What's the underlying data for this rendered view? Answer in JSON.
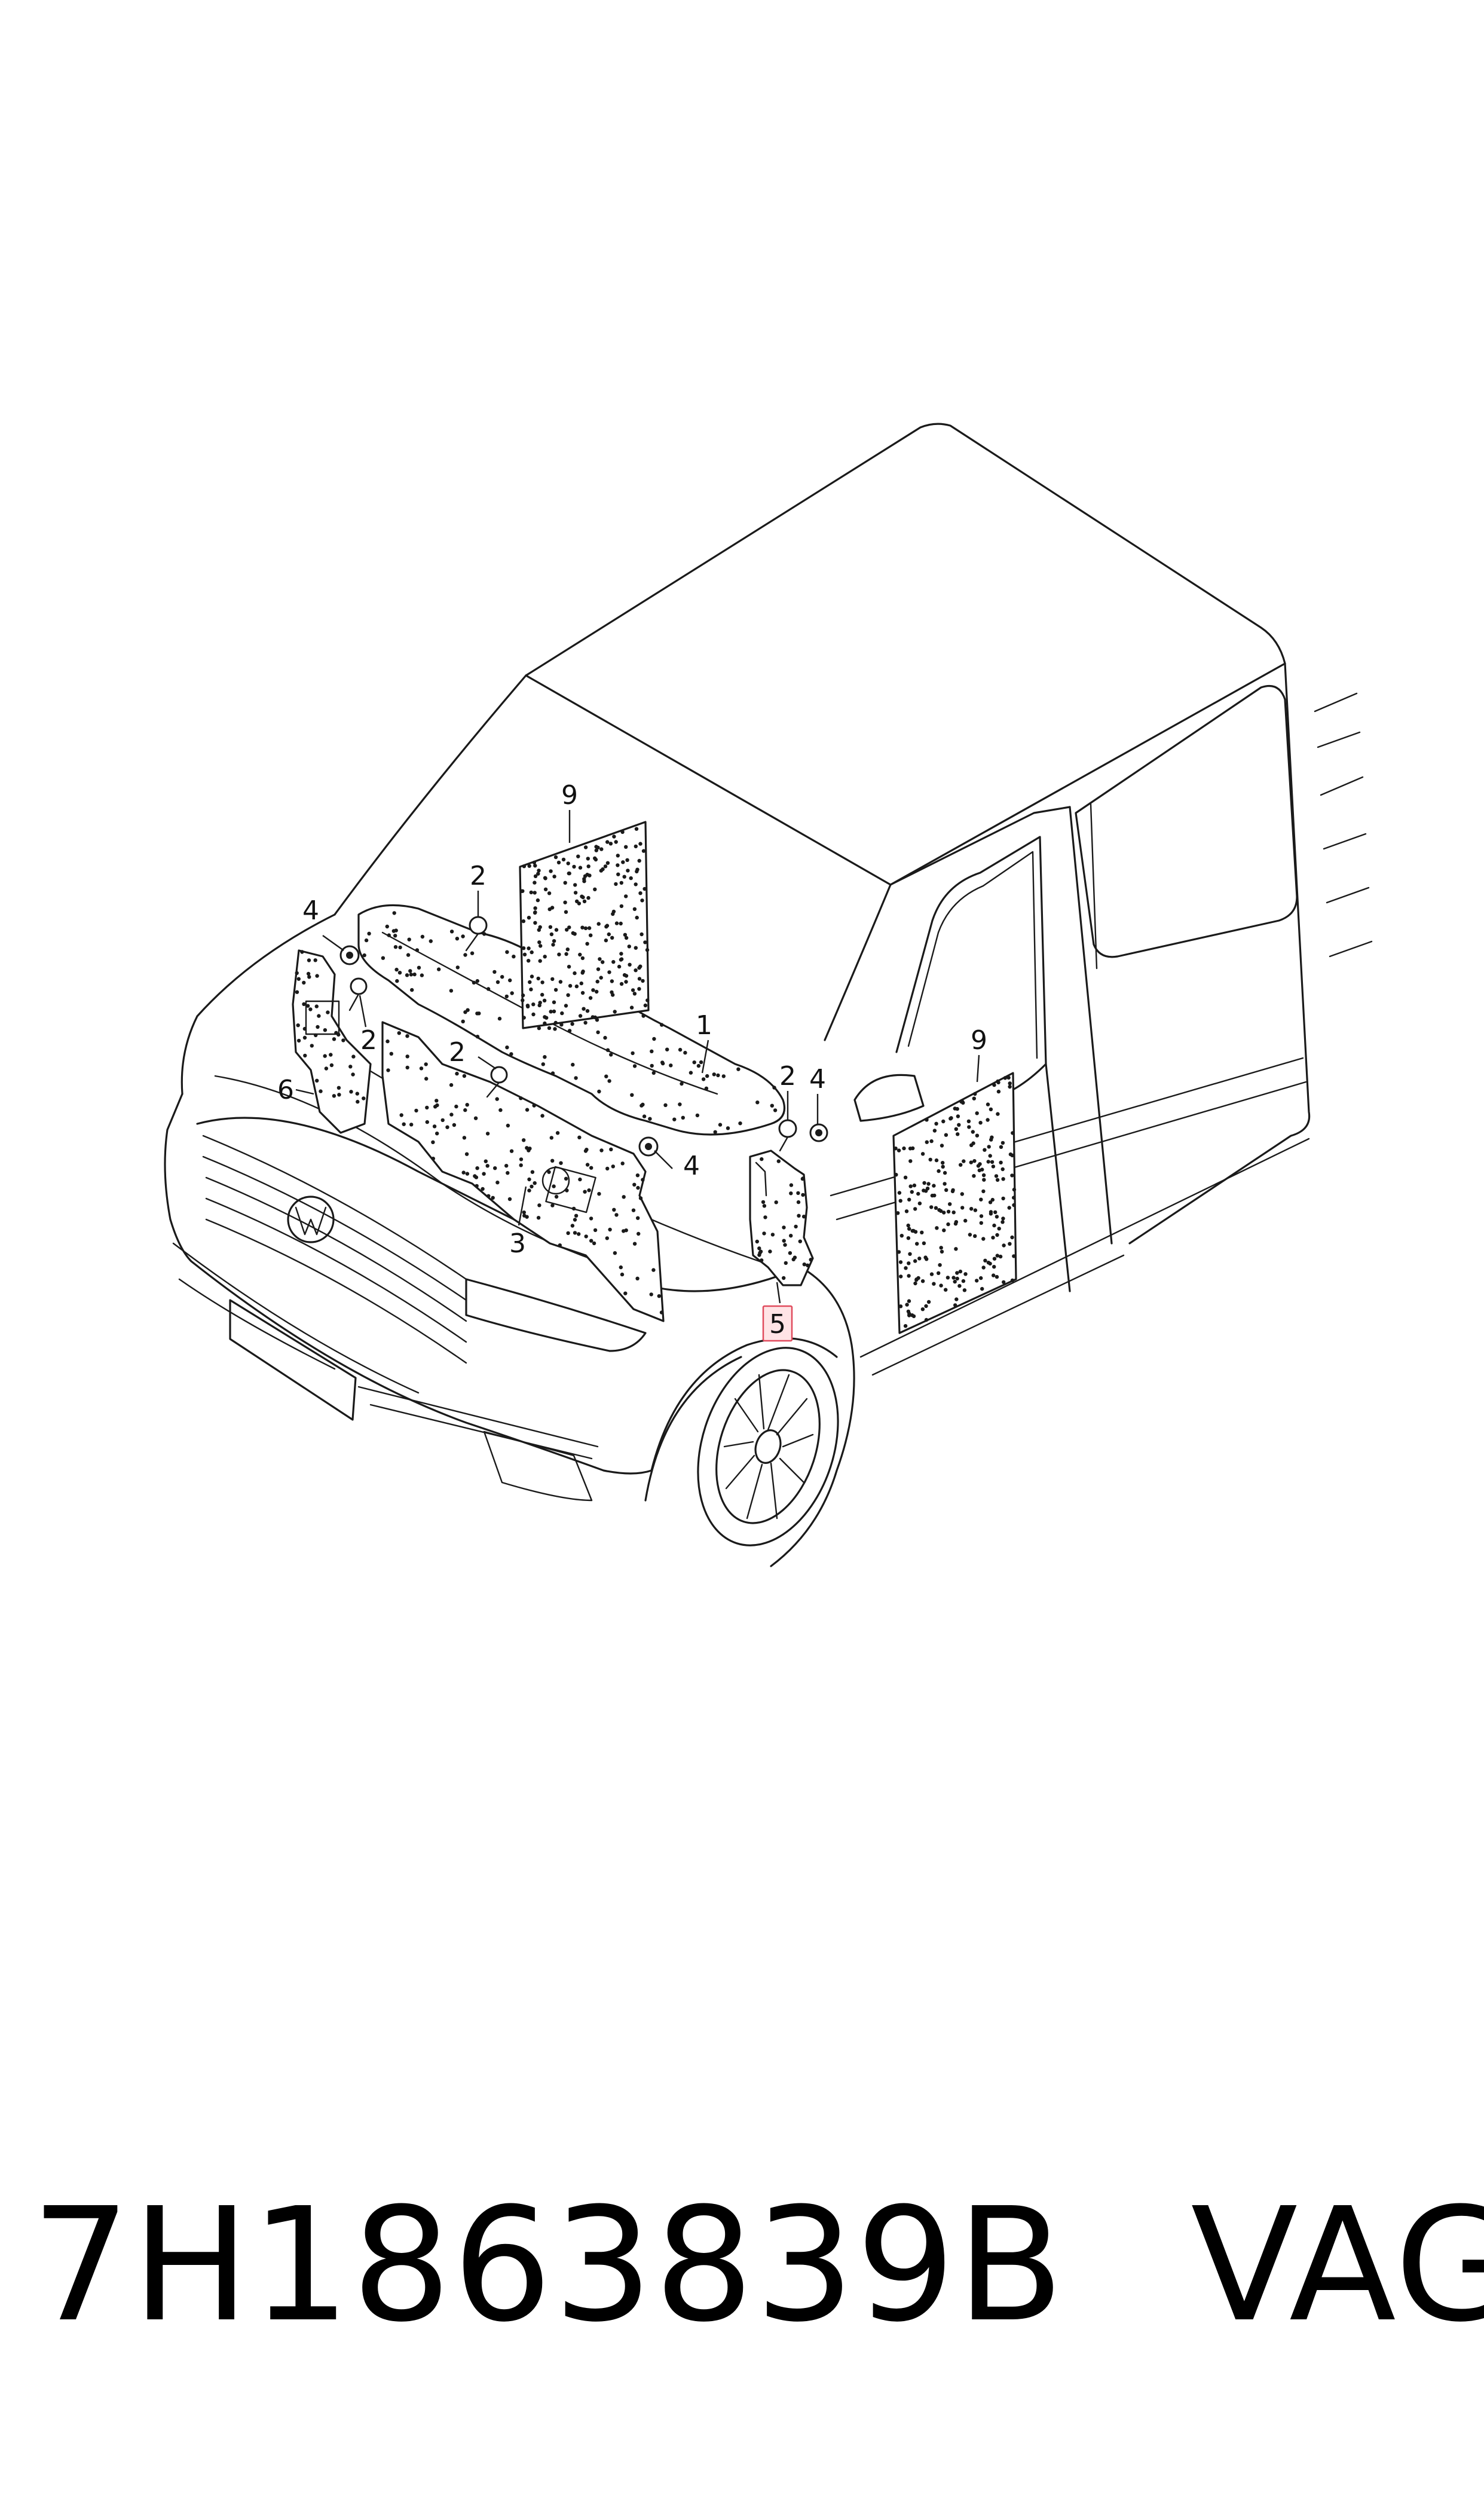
{
  "diagram": {
    "callouts": [
      {
        "id": "c1",
        "label": "1",
        "highlighted": false
      },
      {
        "id": "c2a",
        "label": "2",
        "highlighted": false
      },
      {
        "id": "c2b",
        "label": "2",
        "highlighted": false
      },
      {
        "id": "c2c",
        "label": "2",
        "highlighted": false
      },
      {
        "id": "c2d",
        "label": "2",
        "highlighted": false
      },
      {
        "id": "c3",
        "label": "3",
        "highlighted": false
      },
      {
        "id": "c4a",
        "label": "4",
        "highlighted": false
      },
      {
        "id": "c4b",
        "label": "4",
        "highlighted": false
      },
      {
        "id": "c4c",
        "label": "4",
        "highlighted": false
      },
      {
        "id": "c5",
        "label": "5",
        "highlighted": true
      },
      {
        "id": "c6",
        "label": "6",
        "highlighted": false
      },
      {
        "id": "c9a",
        "label": "9",
        "highlighted": false
      },
      {
        "id": "c9b",
        "label": "9",
        "highlighted": false
      }
    ],
    "highlight_color": "#e04a5c",
    "line_color": "#1a1a1a"
  },
  "footer": {
    "part_number": "7H1863839B",
    "brand": "VAG"
  }
}
